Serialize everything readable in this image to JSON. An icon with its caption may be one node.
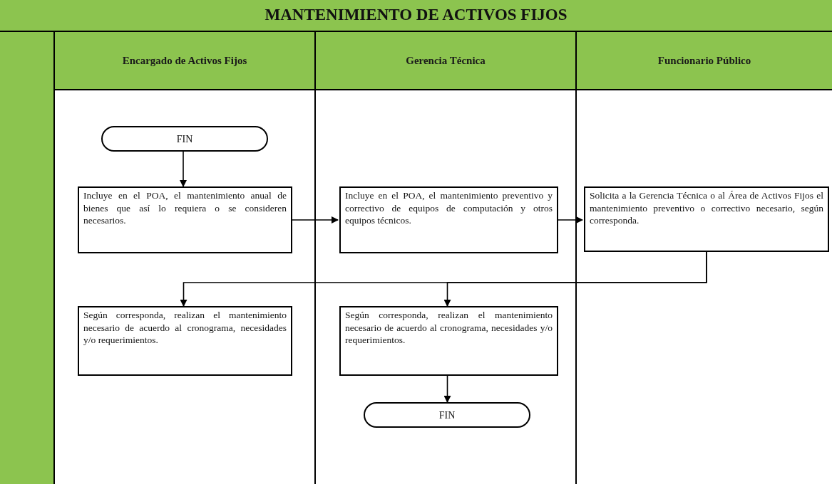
{
  "diagram": {
    "title": "MANTENIMIENTO DE ACTIVOS FIJOS",
    "nodes": [
      {
        "text": [
          "Encargado de Activos Fijos"
        ]
      },
      {
        "text": [
          "Gerencia Técnica"
        ]
      },
      {
        "text": [
          "Funcionario Público"
        ]
      },
      {
        "text": [
          "FIN"
        ],
        "in": 0
      },
      {
        "text": [
          "Incluye en el POA, el mantenimiento anual de bienes que así lo requiera o se consideren necesarios."
        ],
        "in": 0
      },
      {
        "text": [
          "Incluye en el POA, el mantenimiento preventivo y correctivo de equipos de computación y otros equipos técnicos."
        ],
        "in": 1
      },
      {
        "text": [
          "Solicita a la Gerencia Técnica o al Área de Activos Fijos el mantenimiento preventivo o correctivo necesario, según corresponda."
        ],
        "in": 2
      },
      {
        "text": [
          "Según corresponda, realizan el mantenimiento necesario de acuerdo al cronograma, necesidades y/o requerimientos."
        ],
        "in": 0
      },
      {
        "text": [
          "Según corresponda, realizan el mantenimiento necesario de acuerdo al cronograma, necesidades y/o requerimientos."
        ],
        "in": 1
      },
      {
        "text": [
          "FIN"
        ],
        "in": 1
      }
    ],
    "edges": [
      {
        "from": 3,
        "to": 4,
        "arrow": "to"
      },
      {
        "from": 4,
        "to": 5,
        "arrow": "to"
      },
      {
        "from": 5,
        "to": 6,
        "arrow": "to"
      },
      {
        "from": 6,
        "to": 7,
        "arrow": "to"
      },
      {
        "from": 6,
        "to": 8,
        "arrow": "to"
      },
      {
        "from": 8,
        "to": 9,
        "arrow": "to"
      }
    ]
  }
}
